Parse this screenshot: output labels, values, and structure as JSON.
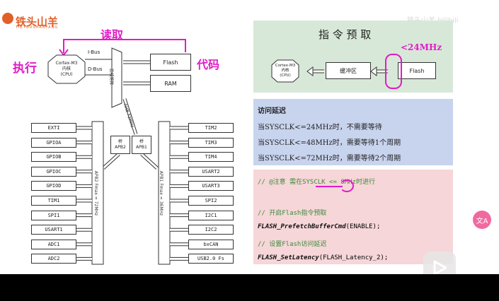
{
  "header": {
    "brand": "铁头山羊",
    "brand_sub": "TIETOUSHANYANG",
    "watermark": "铁头山羊 bilibili"
  },
  "annotations": {
    "read": "读取",
    "execute": "执行",
    "code": "代码",
    "freq": "<24MHz"
  },
  "diagram": {
    "cpu_label": "Cortex-M3\n内核\n(CPU)",
    "ibus": "I-Bus",
    "dbus": "D-Bus",
    "flash": "Flash",
    "ram": "RAM",
    "bus_matrix": "总线矩阵",
    "ahb": "AHB 72MHz",
    "bridge2": "桥\nAPB2",
    "bridge1": "桥\nAPB1",
    "apb2_label": "APB2 Fmax = 72MHz",
    "apb1_label": "APB1 Fmax = 36MHz",
    "left_periphs": [
      "EXTI",
      "GPIOA",
      "GPIOB",
      "GPIOC",
      "GPIOD",
      "TIM1",
      "SPI1",
      "USART1",
      "ADC1",
      "ADC2"
    ],
    "right_periphs": [
      "TIM2",
      "TIM3",
      "TIM4",
      "USART2",
      "USART3",
      "SPI2",
      "I2C1",
      "I2C2",
      "bxCAN",
      "USB2.0 Fs"
    ]
  },
  "prefetch": {
    "title": "指 令 预 取",
    "cpu_label": "Cortex-M3\n内核\n(CPU)",
    "buffer": "缓冲区",
    "flash": "Flash"
  },
  "latency": {
    "title": "访问延迟",
    "lines": [
      "当SYSCLK<=24MHz时，不需要等待",
      "当SYSCLK<=48MHz时，需要等待1个周期",
      "当SYSCLK<=72MHz时，需要等待2个周期"
    ]
  },
  "code": {
    "line1": "// @注意 需在SYSCLK <= 8MHz时进行",
    "line2": "// 开启Flash指令预取",
    "line3_fn": "FLASH_PrefetchBufferCmd",
    "line3_args": "(ENABLE);",
    "line4": "// 设置Flash访问延迟",
    "line5_fn": "FLASH_SetLatency",
    "line5_args": "(FLASH_Latency_2);"
  },
  "colors": {
    "accent_magenta": "#e01cc8",
    "prefetch_bg": "#d8e8d8",
    "latency_bg": "#c8d4ee",
    "code_bg": "#f6d6d8",
    "brand_orange": "#e0602a"
  },
  "player": {
    "translate_icon": "translate-icon",
    "play_icon": "play-icon"
  }
}
